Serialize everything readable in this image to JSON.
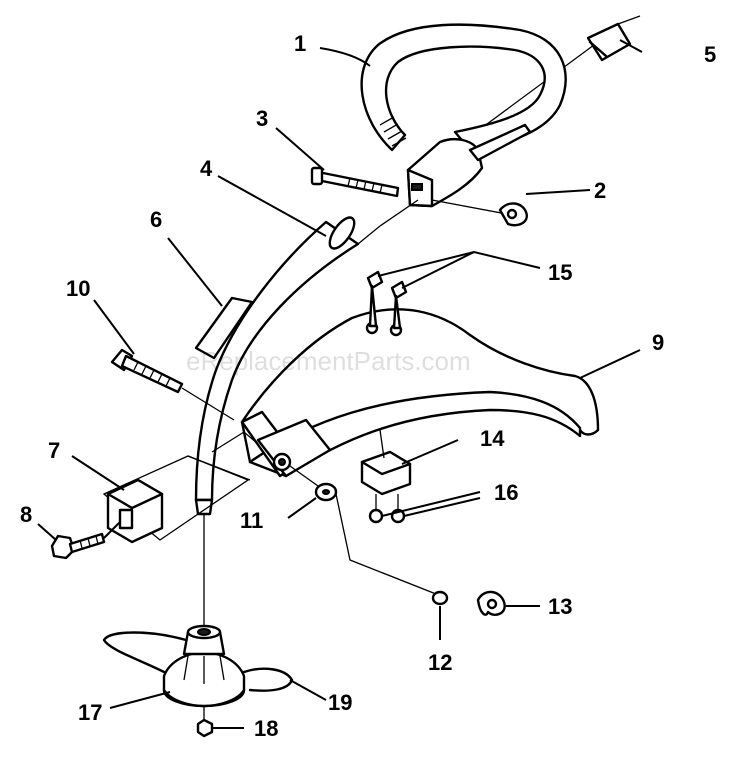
{
  "watermark": "eReplacementParts.com",
  "callouts": [
    {
      "id": "1",
      "label": "1"
    },
    {
      "id": "2",
      "label": "2"
    },
    {
      "id": "3",
      "label": "3"
    },
    {
      "id": "4",
      "label": "4"
    },
    {
      "id": "5",
      "label": "5"
    },
    {
      "id": "6",
      "label": "6"
    },
    {
      "id": "7",
      "label": "7"
    },
    {
      "id": "8",
      "label": "8"
    },
    {
      "id": "9",
      "label": "9"
    },
    {
      "id": "10",
      "label": "10"
    },
    {
      "id": "11",
      "label": "11"
    },
    {
      "id": "12",
      "label": "12"
    },
    {
      "id": "13",
      "label": "13"
    },
    {
      "id": "14",
      "label": "14"
    },
    {
      "id": "15",
      "label": "15"
    },
    {
      "id": "16",
      "label": "16"
    },
    {
      "id": "17",
      "label": "17"
    },
    {
      "id": "18",
      "label": "18"
    },
    {
      "id": "19",
      "label": "19"
    }
  ]
}
